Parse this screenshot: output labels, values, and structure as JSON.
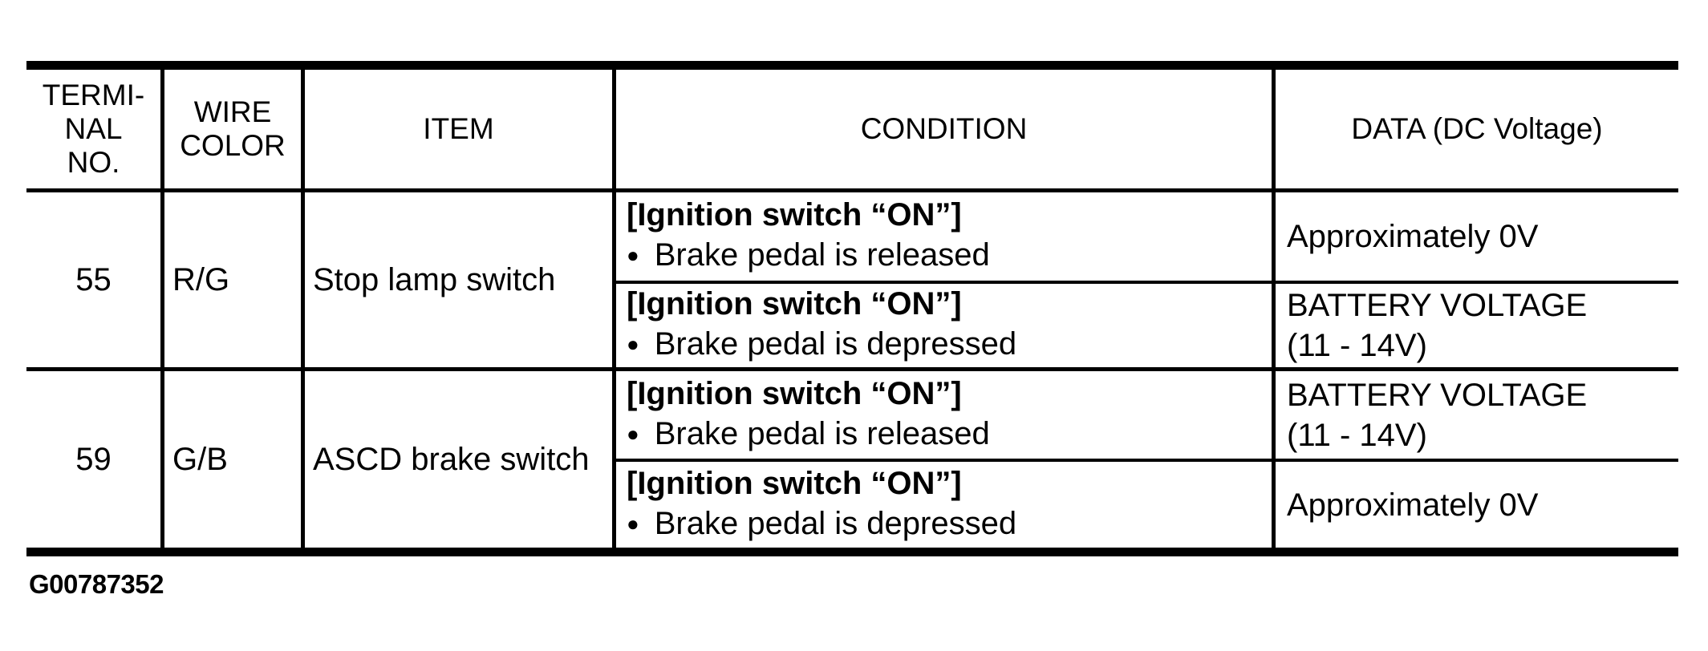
{
  "colors": {
    "ink": "#000000",
    "paper": "#ffffff"
  },
  "icons": {
    "bullet": "●"
  },
  "table": {
    "headers": {
      "terminal": [
        "TERMI-",
        "NAL",
        "NO."
      ],
      "wire": [
        "WIRE",
        "COLOR"
      ],
      "item": "ITEM",
      "condition": "CONDITION",
      "data": "DATA (DC Voltage)"
    },
    "rows": [
      {
        "terminal_no": "55",
        "wire_color": "R/G",
        "item": "Stop lamp switch",
        "conditions": [
          {
            "precondition": "[Ignition switch “ON”]",
            "action": "Brake pedal is released",
            "data": [
              "Approximately 0V"
            ]
          },
          {
            "precondition": "[Ignition switch “ON”]",
            "action": "Brake pedal is depressed",
            "data": [
              "BATTERY VOLTAGE",
              "(11 - 14V)"
            ]
          }
        ]
      },
      {
        "terminal_no": "59",
        "wire_color": "G/B",
        "item": "ASCD brake switch",
        "conditions": [
          {
            "precondition": "[Ignition switch “ON”]",
            "action": "Brake pedal is released",
            "data": [
              "BATTERY VOLTAGE",
              "(11 - 14V)"
            ]
          },
          {
            "precondition": "[Ignition switch “ON”]",
            "action": "Brake pedal is depressed",
            "data": [
              "Approximately 0V"
            ]
          }
        ]
      }
    ]
  },
  "footer": {
    "figure_id": "G00787352"
  }
}
